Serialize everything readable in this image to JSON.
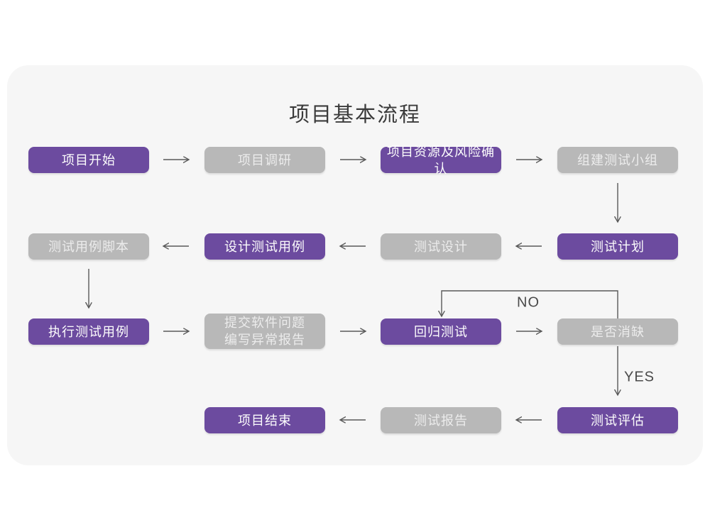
{
  "title": "项目基本流程",
  "decision_labels": {
    "no": "NO",
    "yes": "YES"
  },
  "colors": {
    "accent_purple": "#6c4b9f",
    "node_gray": "#b8b8b8",
    "card_background": "#f6f6f6",
    "arrow": "#595959"
  },
  "nodes": {
    "start": {
      "label": "项目开始",
      "variant": "purple"
    },
    "research": {
      "label": "项目调研",
      "variant": "gray"
    },
    "risk": {
      "label": "项目资源及风险确认",
      "variant": "purple"
    },
    "team": {
      "label": "组建测试小组",
      "variant": "gray"
    },
    "plan": {
      "label": "测试计划",
      "variant": "purple"
    },
    "design": {
      "label": "测试设计",
      "variant": "gray"
    },
    "case_design": {
      "label": "设计测试用例",
      "variant": "purple"
    },
    "script": {
      "label": "测试用例脚本",
      "variant": "gray"
    },
    "execute": {
      "label": "执行测试用例",
      "variant": "purple"
    },
    "report_issue": {
      "label_line1": "提交软件问题",
      "label_line2": "编写异常报告",
      "variant": "gray"
    },
    "regression": {
      "label": "回归测试",
      "variant": "purple"
    },
    "defect": {
      "label": "是否消缺",
      "variant": "gray"
    },
    "evaluate": {
      "label": "测试评估",
      "variant": "purple"
    },
    "report": {
      "label": "测试报告",
      "variant": "gray"
    },
    "end": {
      "label": "项目结束",
      "variant": "purple"
    }
  }
}
